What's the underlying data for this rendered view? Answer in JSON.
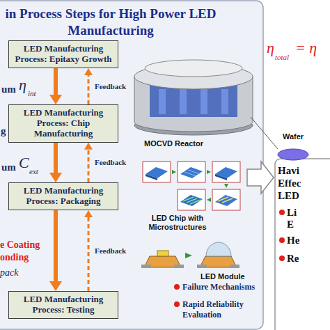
{
  "diagram": {
    "title": "in Process Steps for High Power LED Manufacturing",
    "nodes": [
      {
        "text": [
          "LED Manufacturing Process: Epitaxy Growth"
        ]
      },
      {
        "text": [
          "LED Manufacturing Process: Chip Manufacturing"
        ]
      },
      {
        "text": [
          "LED Manufacturing Process: Packaging"
        ]
      },
      {
        "text": [
          "LED Manufacturing Process: Testing"
        ]
      }
    ],
    "edges": [
      {
        "from": 0,
        "to": 1,
        "arrow": "to"
      },
      {
        "from": 1,
        "to": 0,
        "arrow": "to",
        "label": "Feedback"
      },
      {
        "from": 1,
        "to": 2,
        "arrow": "to"
      },
      {
        "from": 2,
        "to": 1,
        "arrow": "to",
        "label": "Feedback"
      },
      {
        "from": 2,
        "to": 3,
        "arrow": "to"
      },
      {
        "from": 3,
        "to": 2,
        "arrow": "to",
        "label": "Feedback"
      }
    ],
    "labels": [
      "um",
      "η",
      "int",
      "g",
      "um",
      "C",
      "ext",
      "e Coating",
      "onding",
      "pack",
      "MOCVD Reactor",
      "Wafer",
      "LED Chip with Microstructures",
      "LED Module",
      "Failure Mechanisms",
      "Rapid Reliability Evaluation",
      "η",
      "total",
      "= η",
      "Havi",
      "Effec",
      "LED",
      "Li",
      "E",
      "He",
      "Re"
    ]
  }
}
